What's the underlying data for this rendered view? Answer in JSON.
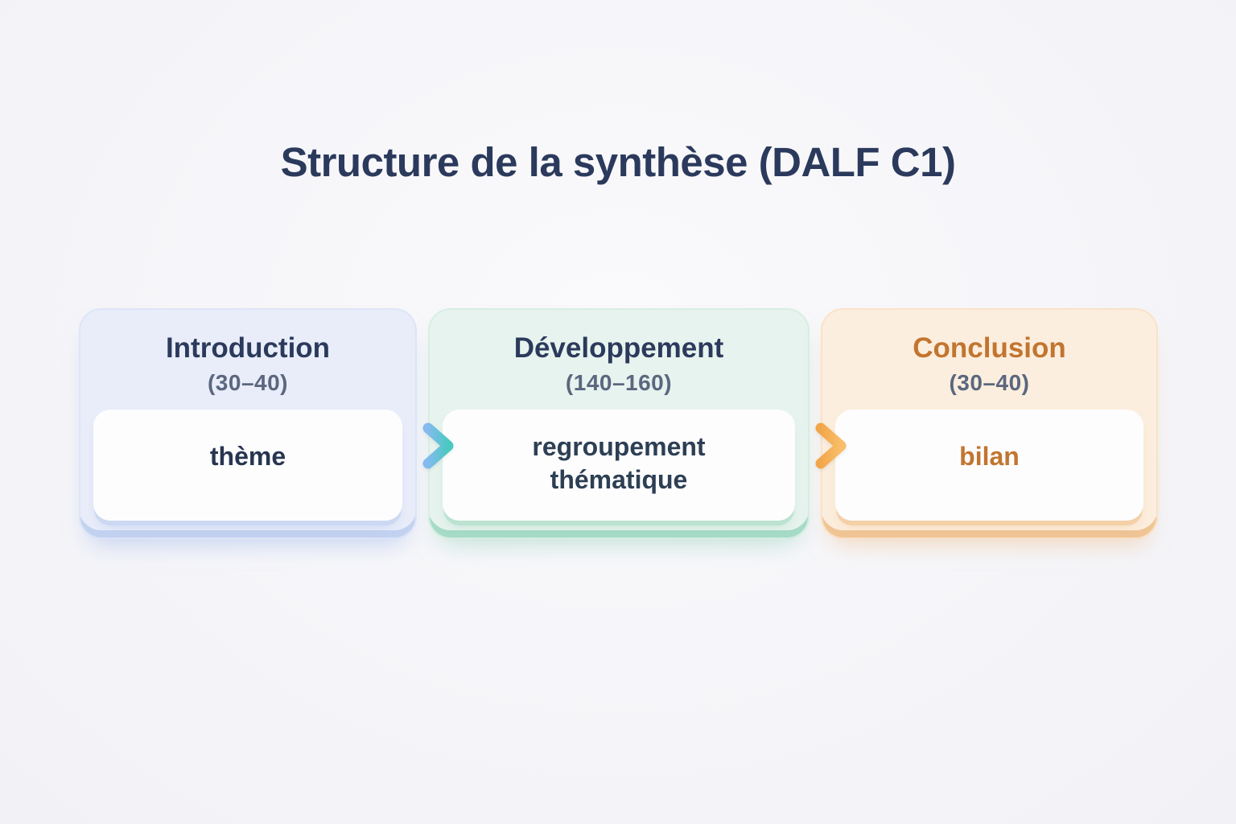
{
  "title": "Structure de la synthèse (DALF C1)",
  "stages": [
    {
      "id": "introduction",
      "title": "Introduction",
      "count": "(30–40)",
      "content": "thème",
      "tint_color": "#e9edf9",
      "accent_color": "#c3d2f0",
      "title_color": "#2b3a5c",
      "content_color": "#273550"
    },
    {
      "id": "developpement",
      "title": "Développement",
      "count": "(140–160)",
      "content": "regroupement thématique",
      "tint_color": "#e7f3ee",
      "accent_color": "#a6dbc7",
      "title_color": "#2b3a5c",
      "content_color": "#2d3f54"
    },
    {
      "id": "conclusion",
      "title": "Conclusion",
      "count": "(30–40)",
      "content": "bilan",
      "tint_color": "#fceede",
      "accent_color": "#f0c596",
      "title_color": "#c2752f",
      "content_color": "#c2752f"
    }
  ],
  "arrows": [
    {
      "name": "arrow-intro-to-dev",
      "gradient": [
        "#84baee",
        "#49c9c1"
      ]
    },
    {
      "name": "arrow-dev-to-conclusion",
      "gradient": [
        "#f2a64b",
        "#f8bf68"
      ]
    }
  ],
  "colors": {
    "page_background": "#f5f5f9",
    "heading_text": "#2b3a5c",
    "count_text": "#5b677f",
    "card_background": "#fdfdfe"
  }
}
